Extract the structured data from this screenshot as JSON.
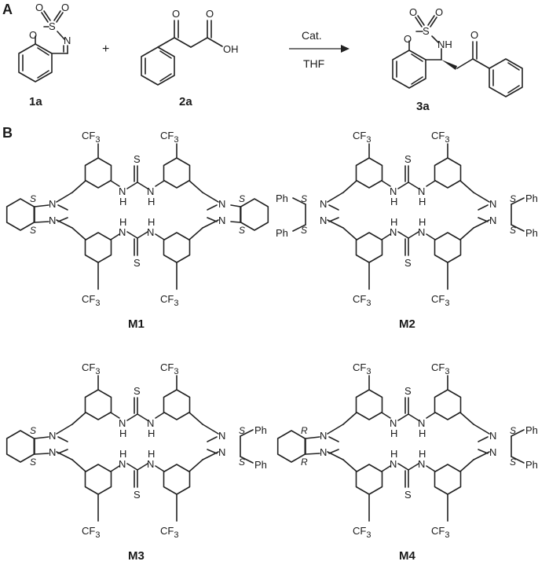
{
  "panels": {
    "a": "A",
    "b": "B"
  },
  "scheme": {
    "reactant1": {
      "label": "1a",
      "atoms": [
        "O",
        "O",
        "S",
        "O",
        "N"
      ]
    },
    "plus": "+",
    "reactant2": {
      "label": "2a",
      "atoms": [
        "O",
        "O",
        "OH"
      ]
    },
    "arrow": {
      "above": "Cat.",
      "below": "THF"
    },
    "product": {
      "label": "3a",
      "atoms": [
        "O",
        "O",
        "S",
        "O",
        "NH",
        "O"
      ]
    }
  },
  "macrocycles": [
    {
      "label": "M1",
      "left_unit": "cyclohexyl",
      "right_unit": "cyclohexyl",
      "left_stereo": [
        "S",
        "S"
      ],
      "right_stereo": [
        "S",
        "S"
      ]
    },
    {
      "label": "M2",
      "left_unit": "diphenyl",
      "right_unit": "diphenyl",
      "left_stereo": [
        "S",
        "S"
      ],
      "right_stereo": [
        "S",
        "S"
      ]
    },
    {
      "label": "M3",
      "left_unit": "cyclohexyl",
      "right_unit": "diphenyl",
      "left_stereo": [
        "S",
        "S"
      ],
      "right_stereo": [
        "S",
        "S"
      ]
    },
    {
      "label": "M4",
      "left_unit": "cyclohexyl",
      "right_unit": "diphenyl",
      "left_stereo": [
        "R",
        "R"
      ],
      "right_stereo": [
        "S",
        "S"
      ]
    }
  ],
  "text": {
    "cf3_c": "CF",
    "cf3_sub": "3",
    "thio_s": "S",
    "nh": "H",
    "nitrogen": "N",
    "phenyl": "Ph"
  }
}
